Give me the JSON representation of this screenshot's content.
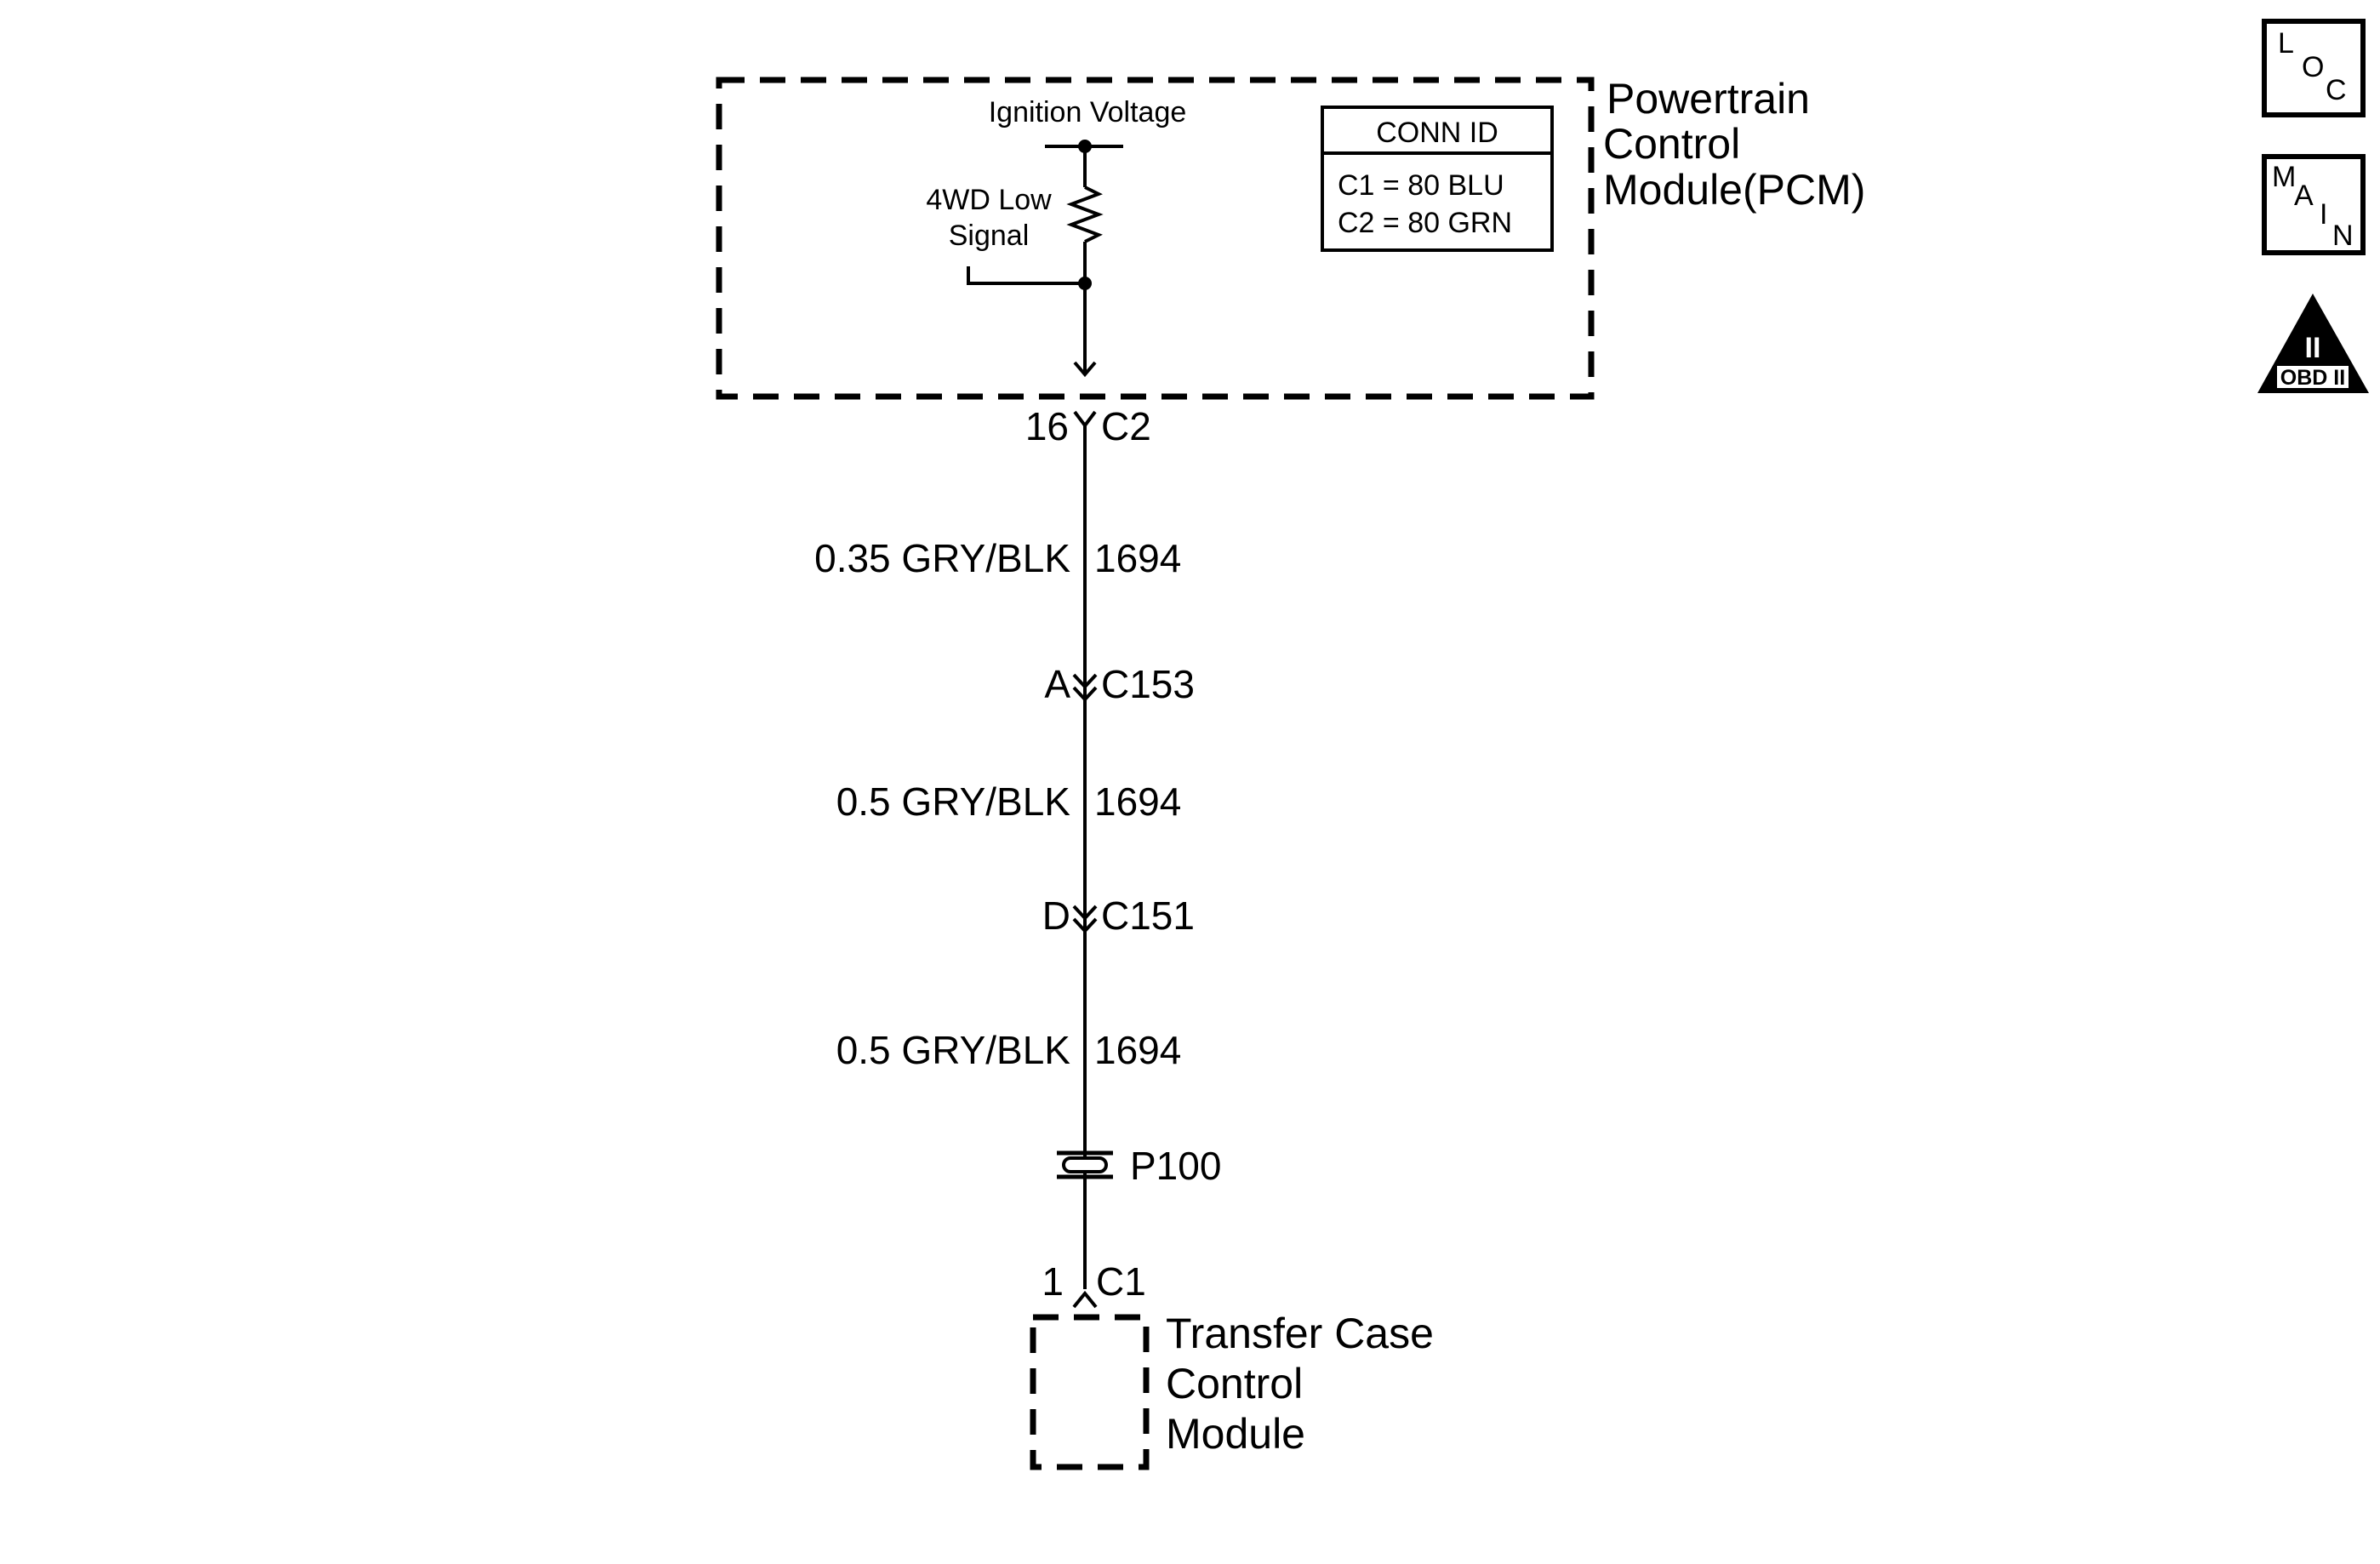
{
  "pcm": {
    "name_line1": "Powertrain",
    "name_line2": "Control",
    "name_line3": "Module(PCM)",
    "ignition_label": "Ignition Voltage",
    "signal_line1": "4WD Low",
    "signal_line2": "Signal",
    "conn_id_title": "CONN ID",
    "conn_c1": "C1 = 80 BLU",
    "conn_c2": "C2 = 80 GRN"
  },
  "connectors": {
    "c2_pin": "16",
    "c2_name": "C2",
    "c153_pin": "A",
    "c153_name": "C153",
    "c151_pin": "D",
    "c151_name": "C151",
    "p100_name": "P100",
    "c1_pin": "1",
    "c1_name": "C1"
  },
  "wires": [
    {
      "gauge_color": "0.35 GRY/BLK",
      "circuit": "1694"
    },
    {
      "gauge_color": "0.5 GRY/BLK",
      "circuit": "1694"
    },
    {
      "gauge_color": "0.5 GRY/BLK",
      "circuit": "1694"
    }
  ],
  "tccm": {
    "name_line1": "Transfer Case",
    "name_line2": "Control",
    "name_line3": "Module"
  },
  "side_icons": {
    "loc_l": "L",
    "loc_o": "O",
    "loc_c": "C",
    "main_m": "M",
    "main_a": "A",
    "main_i": "I",
    "main_n": "N",
    "obd_roman": "II",
    "obd_label": "OBD II"
  }
}
